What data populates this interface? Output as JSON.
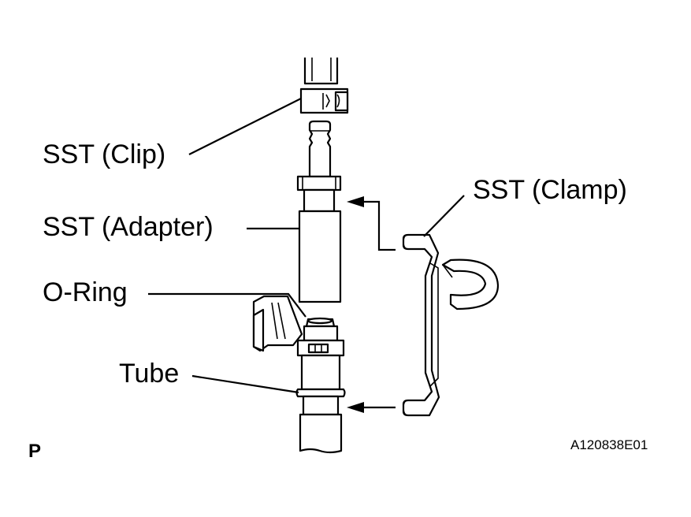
{
  "labels": {
    "clip": "SST (Clip)",
    "adapter": "SST (Adapter)",
    "oring": "O-Ring",
    "tube": "Tube",
    "clamp": "SST (Clamp)"
  },
  "footer": {
    "view_letter": "P",
    "figure_id": "A120838E01"
  }
}
